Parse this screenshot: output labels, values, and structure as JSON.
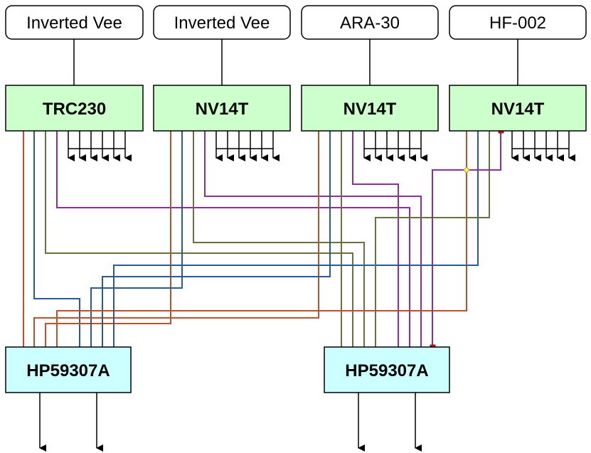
{
  "colors": {
    "antenna_box_fill": "#ffffff",
    "receiver_box_fill": "#ccffcc",
    "switch_box_fill": "#ccffff",
    "wire_orange": "#c0502a",
    "wire_blue": "#2a5a9e",
    "wire_olive": "#6e6e40",
    "wire_purple": "#8b2ea0",
    "junction_red": "#e81010",
    "junction_yellow": "#ffee66"
  },
  "antennas": [
    {
      "label": "Inverted Vee"
    },
    {
      "label": "Inverted Vee"
    },
    {
      "label": "ARA-30"
    },
    {
      "label": "HF-002"
    }
  ],
  "receivers": [
    {
      "label": "TRC230"
    },
    {
      "label": "NV14T"
    },
    {
      "label": "NV14T"
    },
    {
      "label": "NV14T"
    }
  ],
  "switches": [
    {
      "label": "HP59307A"
    },
    {
      "label": "HP59307A"
    }
  ]
}
